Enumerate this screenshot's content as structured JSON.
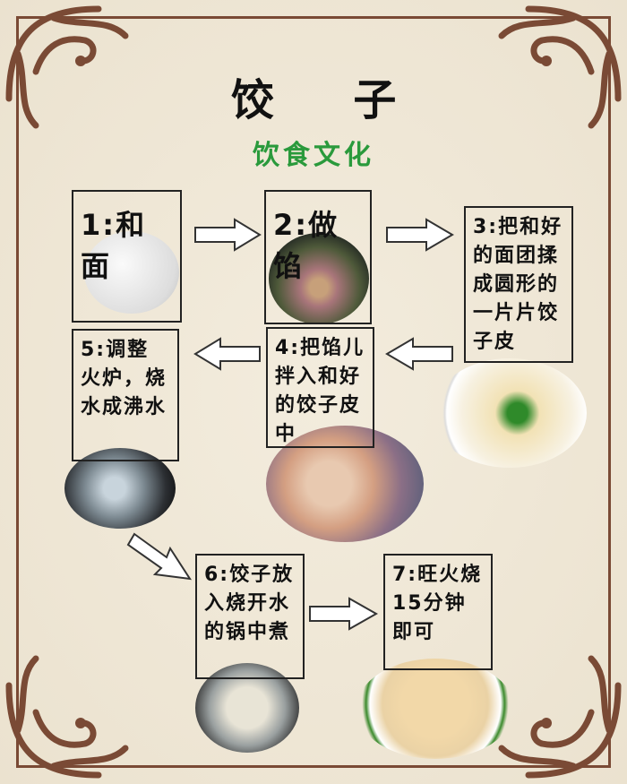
{
  "title": "饺 子",
  "subtitle": "饮食文化",
  "steps": [
    {
      "label": "1:和面"
    },
    {
      "label": "2:做馅"
    },
    {
      "label": "3:把和好的面团揉成圆形的一片片饺子皮"
    },
    {
      "label": "4:把馅儿拌入和好的饺子皮中"
    },
    {
      "label": "5:调整火炉，烧水成沸水"
    },
    {
      "label": "6:饺子放入烧开水的锅中煮"
    },
    {
      "label": "7:旺火烧15分钟即可"
    }
  ],
  "colors": {
    "border": "#7a4a35",
    "accent": "#2a9a3c"
  }
}
